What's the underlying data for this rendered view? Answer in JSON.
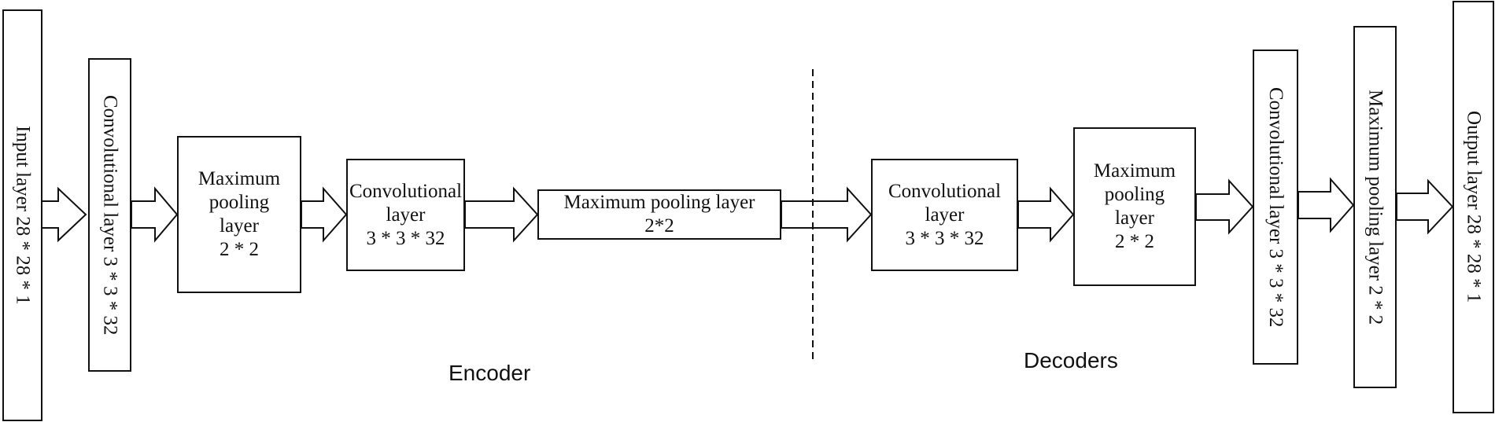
{
  "encoder_stages": [
    {
      "label": "Input layer 28 * 28 * 1"
    },
    {
      "label": "Convolutional layer 3 * 3 * 32"
    },
    {
      "label": "Maximum\npooling\nlayer\n2 * 2"
    },
    {
      "label": "Convolutional\nlayer\n3 * 3 * 32"
    },
    {
      "label": "Maximum pooling layer\n2*2"
    }
  ],
  "decoder_stages": [
    {
      "label": "Convolutional\nlayer\n3 * 3 * 32"
    },
    {
      "label": "Maximum\npooling\nlayer\n2 * 2"
    },
    {
      "label": "Convolutional layer 3 * 3 * 32"
    },
    {
      "label": "Maximum pooling layer 2 * 2"
    },
    {
      "label": "Output layer 28 * 28 * 1"
    }
  ],
  "sections": {
    "encoder": "Encoder",
    "decoder": "Decoders"
  }
}
